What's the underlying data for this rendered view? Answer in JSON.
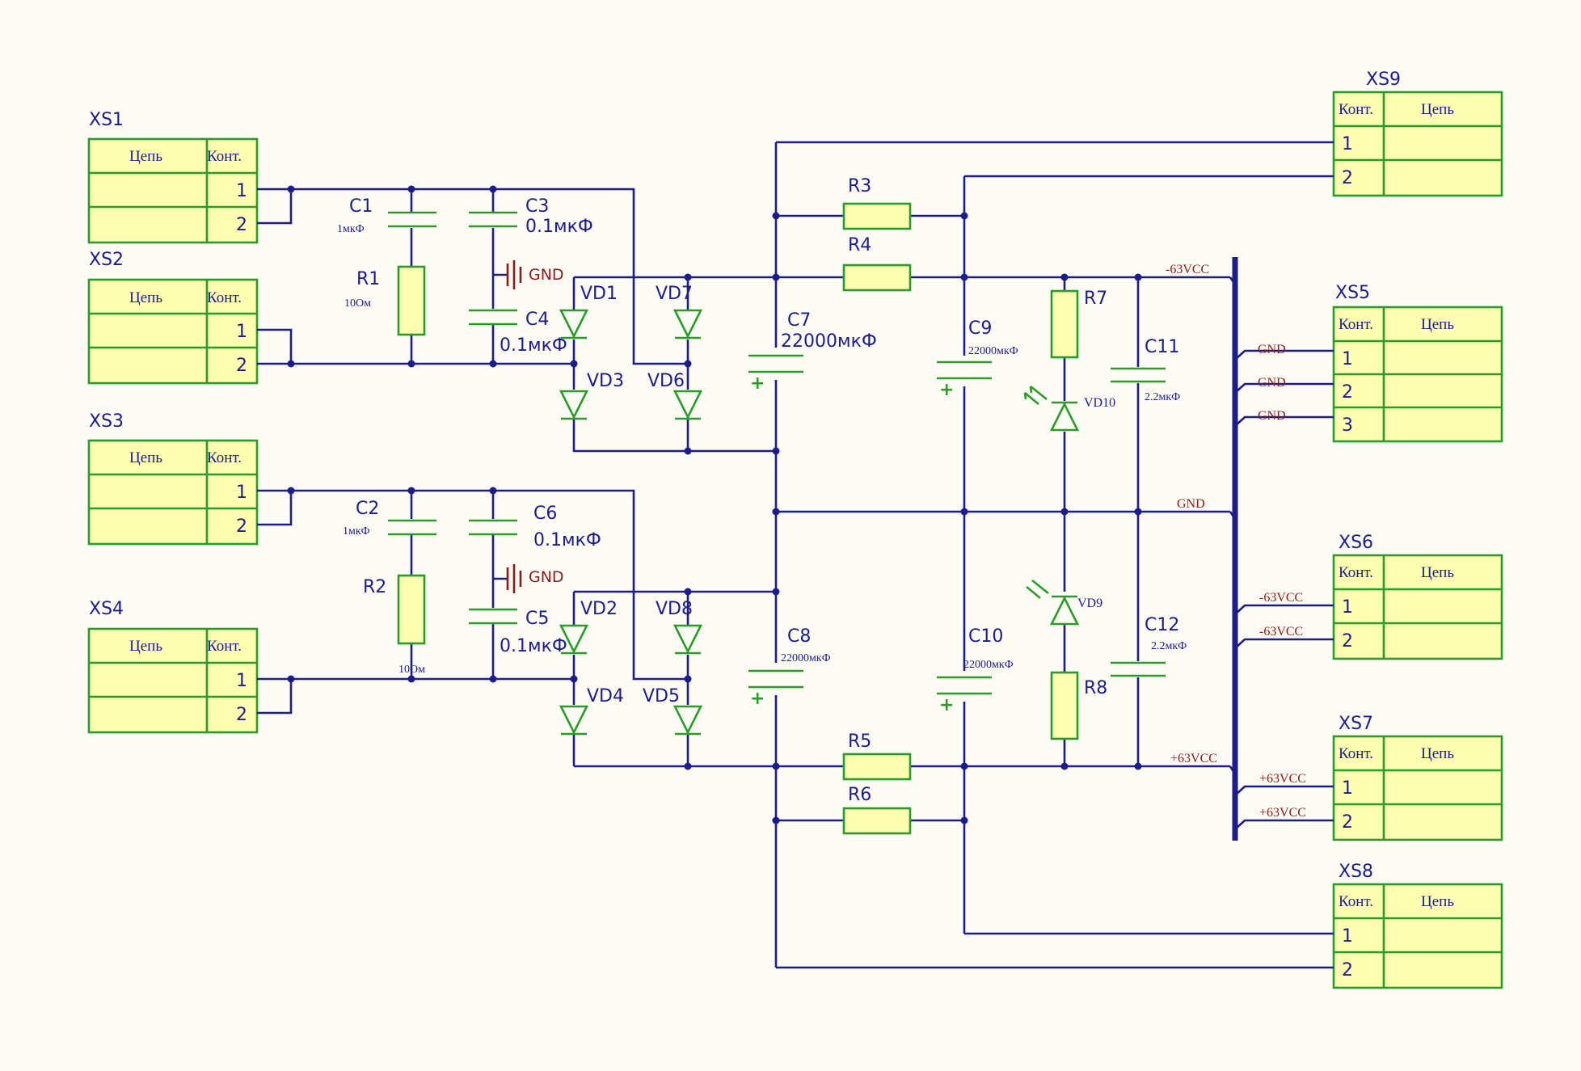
{
  "connectors": [
    {
      "ref": "XS1",
      "col_net": "Цепь",
      "col_pin": "Конт.",
      "pins": [
        "1",
        "2"
      ]
    },
    {
      "ref": "XS2",
      "col_net": "Цепь",
      "col_pin": "Конт.",
      "pins": [
        "1",
        "2"
      ]
    },
    {
      "ref": "XS3",
      "col_net": "Цепь",
      "col_pin": "Конт.",
      "pins": [
        "1",
        "2"
      ]
    },
    {
      "ref": "XS4",
      "col_net": "Цепь",
      "col_pin": "Конт.",
      "pins": [
        "1",
        "2"
      ]
    },
    {
      "ref": "XS9",
      "col_net": "Цепь",
      "col_pin": "Конт.",
      "pins": [
        "1",
        "2"
      ]
    },
    {
      "ref": "XS5",
      "col_net": "Цепь",
      "col_pin": "Конт.",
      "pins": [
        "1",
        "2",
        "3"
      ]
    },
    {
      "ref": "XS6",
      "col_net": "Цепь",
      "col_pin": "Конт.",
      "pins": [
        "1",
        "2"
      ]
    },
    {
      "ref": "XS7",
      "col_net": "Цепь",
      "col_pin": "Конт.",
      "pins": [
        "1",
        "2"
      ]
    },
    {
      "ref": "XS8",
      "col_net": "Цепь",
      "col_pin": "Конт.",
      "pins": [
        "1",
        "2"
      ]
    }
  ],
  "capacitors": [
    {
      "ref": "C1",
      "value": "1мкФ"
    },
    {
      "ref": "C2",
      "value": "1мкФ"
    },
    {
      "ref": "C3",
      "value": "0.1мкФ"
    },
    {
      "ref": "C4",
      "value": "0.1мкФ"
    },
    {
      "ref": "C5",
      "value": "0.1мкФ"
    },
    {
      "ref": "C6",
      "value": "0.1мкФ"
    },
    {
      "ref": "C7",
      "value": "22000мкФ"
    },
    {
      "ref": "C8",
      "value": "22000мкФ"
    },
    {
      "ref": "C9",
      "value": "22000мкФ"
    },
    {
      "ref": "C10",
      "value": "22000мкФ"
    },
    {
      "ref": "C11",
      "value": "2.2мкФ"
    },
    {
      "ref": "C12",
      "value": "2.2мкФ"
    }
  ],
  "resistors": [
    {
      "ref": "R1",
      "value": "10Ом"
    },
    {
      "ref": "R2",
      "value": "10Ом"
    },
    {
      "ref": "R3",
      "value": ""
    },
    {
      "ref": "R4",
      "value": ""
    },
    {
      "ref": "R5",
      "value": ""
    },
    {
      "ref": "R6",
      "value": ""
    },
    {
      "ref": "R7",
      "value": ""
    },
    {
      "ref": "R8",
      "value": ""
    }
  ],
  "diodes": [
    "VD1",
    "VD2",
    "VD3",
    "VD4",
    "VD5",
    "VD6",
    "VD7",
    "VD8",
    "VD9",
    "VD10"
  ],
  "nets": {
    "gnd": "GND",
    "neg": "-63VCC",
    "pos": "+63VCC"
  },
  "polarity_mark": "+"
}
